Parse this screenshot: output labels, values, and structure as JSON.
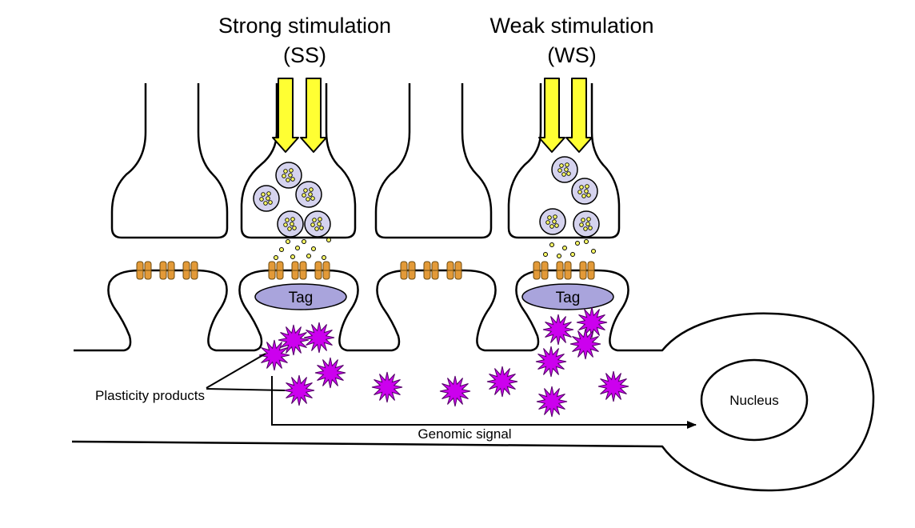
{
  "titles": {
    "strong_line1": "Strong stimulation",
    "strong_line2": "(SS)",
    "weak_line1": "Weak stimulation",
    "weak_line2": "(WS)"
  },
  "tags": {
    "strong": "Tag",
    "weak": "Tag"
  },
  "labels": {
    "plasticity": "Plasticity products",
    "genomic": "Genomic signal",
    "nucleus": "Nucleus"
  },
  "colors": {
    "arrow_fill": "#ffff33",
    "vesicle_fill": "#d5d3ee",
    "neurotransmitter_fill": "#ffff66",
    "receptor_fill": "#e39a38",
    "tag_fill": "#a9a4dc",
    "product_fill": "#cc00ee",
    "outline": "#000000"
  },
  "icons": {
    "stimulus": "yellow-down-arrow-icon",
    "vesicle": "synaptic-vesicle-icon",
    "receptor": "receptor-channel-icon",
    "product": "plasticity-product-star-icon"
  }
}
